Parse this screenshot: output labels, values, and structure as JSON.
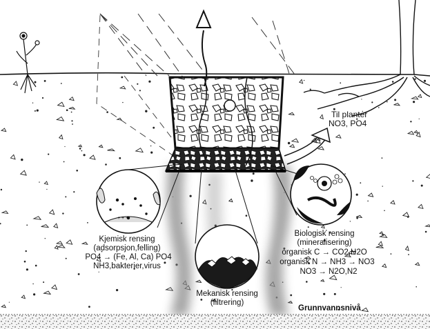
{
  "plant_uptake": {
    "title": "Til planter",
    "nutrients": "NO3, PO4"
  },
  "chemical": {
    "title": "Kjemisk rensing",
    "subtitle": "(adsorpsjon,felling)",
    "line1": "PO4 → (Fe, Al, Ca) PO4",
    "line2": "NH3,bakterier,virus"
  },
  "mechanical": {
    "title": "Mekanisk rensing",
    "subtitle": "(filtrering)"
  },
  "biological": {
    "title": "Biologisk rensing",
    "subtitle": "(mineralisering)",
    "line1": "organisk C → CO2,H2O",
    "line2": "organisk N → NH3 → NO3",
    "line3": "NO3 → N2O,N2"
  },
  "groundwater": {
    "label": "Grunnvannsnivå"
  }
}
